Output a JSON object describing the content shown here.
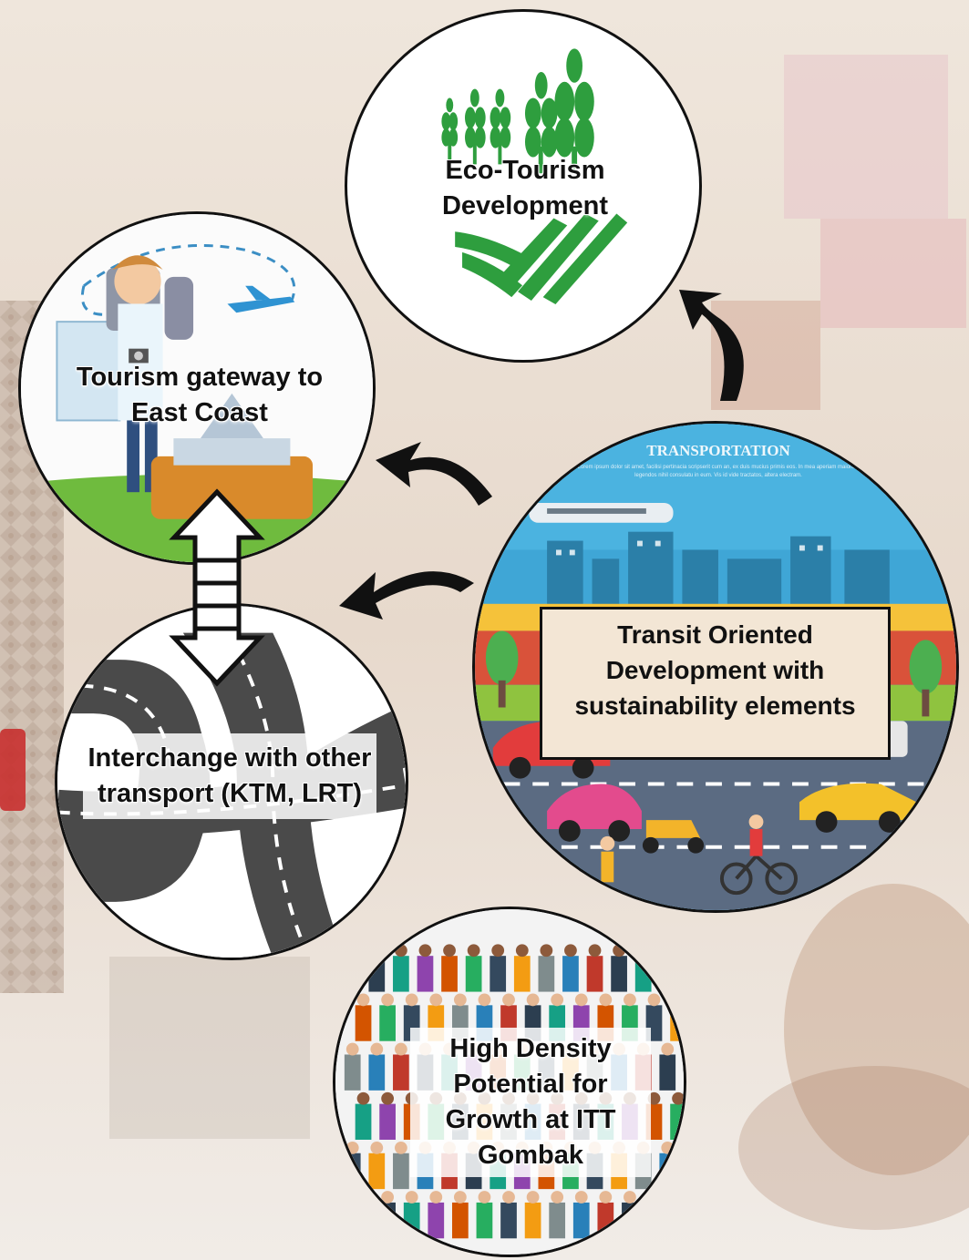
{
  "nodes": {
    "eco_tourism": {
      "label": "Eco-Tourism Development"
    },
    "tourism_gateway": {
      "label": "Tourism gateway to East Coast"
    },
    "transit": {
      "label": "Transit Oriented Development with sustainability elements",
      "banner": "TRANSPORTATION",
      "banner_text": "Lorem ipsum dolor sit amet, facilisi pertinacia scripserit cum an, ex duis mucius primis eos. In mea aperiam maiorum legendos nihil consulatu in eum. Vis id vide tractatos, altera electram."
    },
    "interchange": {
      "label": "Interchange with other transport (KTM, LRT)"
    },
    "high_density": {
      "label": "High Density Potential for Growth at ITT Gombak"
    }
  },
  "colors": {
    "circle_border": "#111111",
    "transit_box": "#f3e6d5",
    "leaf_green": "#2e9e3e",
    "road_grey": "#4a4a4a"
  }
}
